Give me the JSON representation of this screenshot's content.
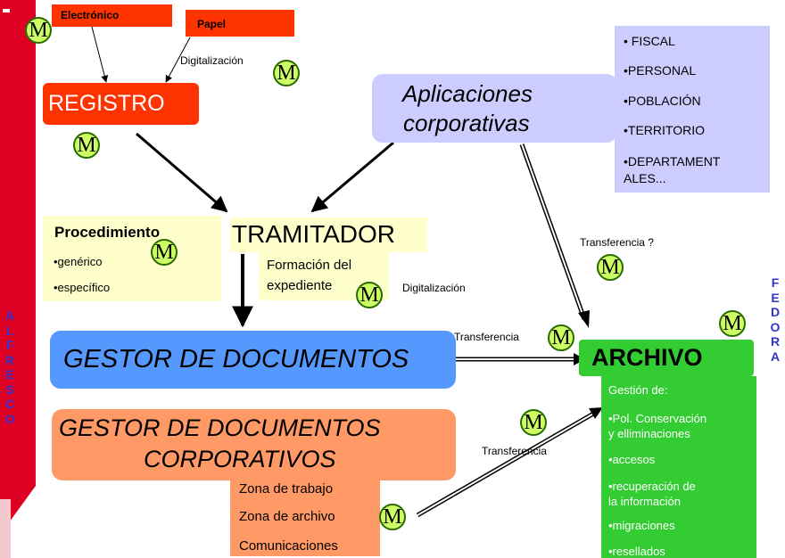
{
  "colors": {
    "red_box": "#ff3300",
    "lavender": "#ccccff",
    "pale_yellow": "#ffffcc",
    "blue_box": "#5599ff",
    "orange_box": "#ff9966",
    "green_box": "#33cc33",
    "badge": "#ccff66",
    "side_text": "#3333cc",
    "left_band": "#dd0022"
  },
  "sources": {
    "electronico": "Electrónico",
    "papel": "Papel",
    "digitalizacion": "Digitalización"
  },
  "registro": {
    "title": "REGISTRO"
  },
  "aplicaciones": {
    "line1": "Aplicaciones",
    "line2": "corporativas"
  },
  "apps_list": [
    "• FISCAL",
    "•PERSONAL",
    "•POBLACIÓN",
    "•TERRITORIO",
    "•DEPARTAMENT",
    "ALES..."
  ],
  "procedimiento": {
    "title": "Procedimiento",
    "items": [
      "•genérico",
      "•específico"
    ]
  },
  "tramitador": {
    "title": "TRAMITADOR",
    "formacion_line1": "Formación del",
    "formacion_line2": "expediente"
  },
  "digitalizacion2": "Digitalización",
  "transferencia_q": "Transferencia ?",
  "transferencia_mid": "Transferencia",
  "transferencia_low": "Transferencia",
  "gestor_docs": {
    "title": "GESTOR DE DOCUMENTOS"
  },
  "gestor_corp": {
    "line1": "GESTOR DE DOCUMENTOS",
    "line2": "CORPORATIVOS",
    "items": [
      "Zona de trabajo",
      "Zona de archivo",
      "Comunicaciones"
    ]
  },
  "archivo": {
    "title": "ARCHIVO",
    "heading": "Gestión de:",
    "items": [
      {
        "line1": "•Pol. Conservación",
        "line2": "y elliminaciones"
      },
      {
        "line1": "•accesos",
        "line2": ""
      },
      {
        "line1": "•recuperación de",
        "line2": "la información"
      },
      {
        "line1": "•migraciones",
        "line2": ""
      },
      {
        "line1": "•resellados",
        "line2": ""
      }
    ]
  },
  "badge_letter": "M",
  "left_vertical": [
    "A",
    "L",
    "F",
    "R",
    "E",
    "S",
    "C",
    "O"
  ],
  "right_vertical": [
    "F",
    "E",
    "D",
    "O",
    "R",
    "A"
  ]
}
